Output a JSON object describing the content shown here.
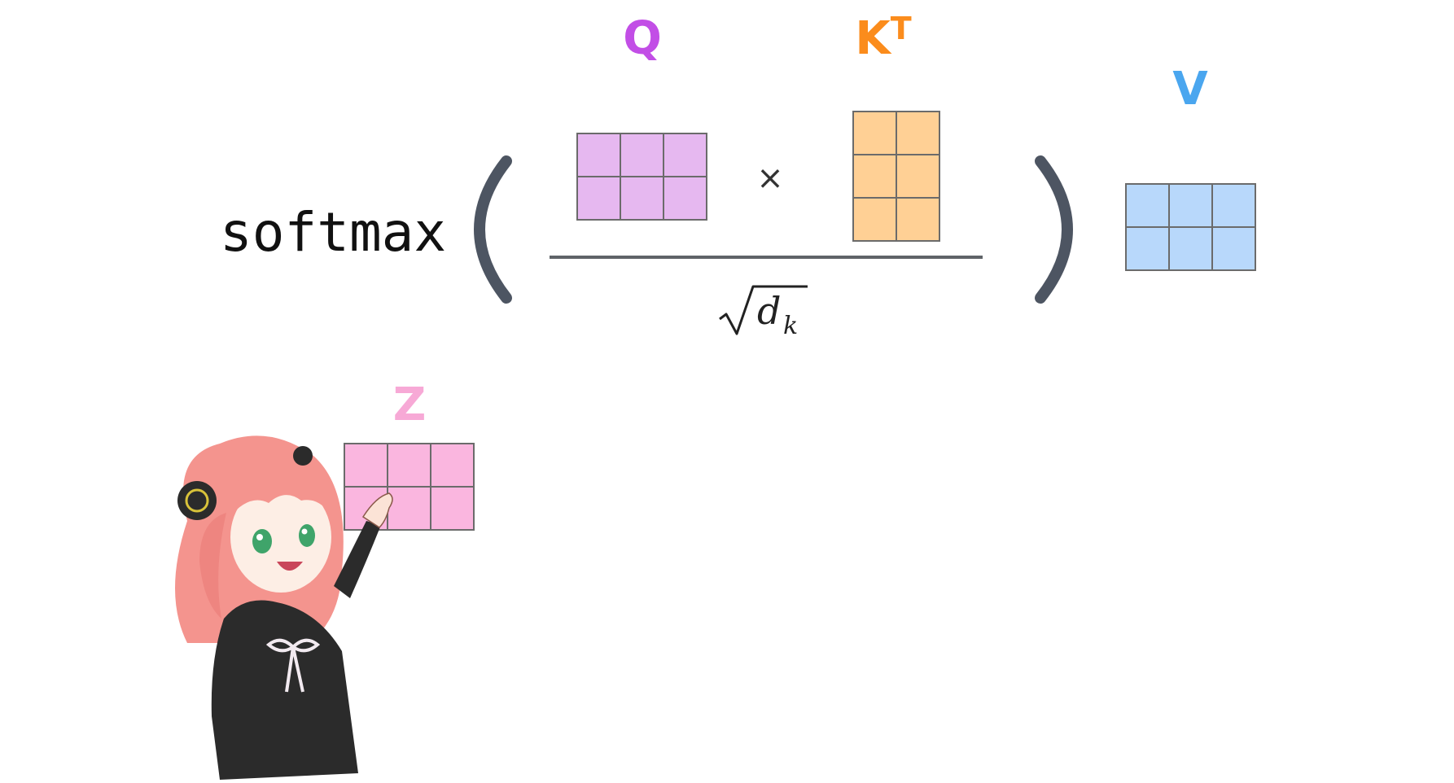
{
  "formula": {
    "function_name": "softmax",
    "multiply_symbol": "×",
    "denominator": {
      "symbol": "d",
      "subscript": "k"
    }
  },
  "matrices": {
    "q": {
      "label": "Q",
      "rows": 2,
      "cols": 3,
      "fill": "#e6b8f0",
      "label_color": "#c24ee6"
    },
    "k": {
      "label": "K",
      "superscript": "T",
      "rows": 3,
      "cols": 2,
      "fill": "#ffd095",
      "label_color": "#fb8c1c"
    },
    "v": {
      "label": "V",
      "rows": 2,
      "cols": 3,
      "fill": "#b8d8fb",
      "label_color": "#4aa6ef"
    },
    "z": {
      "label": "Z",
      "rows": 2,
      "cols": 3,
      "fill": "#fab6df",
      "label_color": "#f7a9d6"
    }
  },
  "colors": {
    "grid_stroke": "#6b6b6b",
    "paren": "#4d5562",
    "fraction_bar": "#5f6368",
    "character_hair": "#f4948e",
    "character_dress": "#2b2b2b"
  },
  "character": {
    "icon": "anime-girl-pointing"
  }
}
